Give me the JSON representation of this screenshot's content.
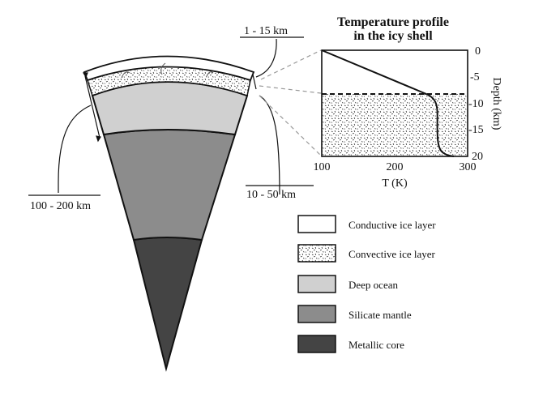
{
  "labels": {
    "crust_thin": "1 - 15 km",
    "hydrosphere": "100 - 200 km",
    "convective": "10 - 50 km"
  },
  "inset": {
    "title_line1": "Temperature profile",
    "title_line2": "in the icy shell",
    "xlabel": "T (K)",
    "ylabel": "Depth (km)",
    "xticks": [
      "100",
      "200",
      "300"
    ],
    "yticks": [
      "0",
      "-5",
      "-10",
      "-15",
      "20"
    ]
  },
  "legend": [
    {
      "label": "Conductive ice layer",
      "color": "#ffffff",
      "pattern": "none"
    },
    {
      "label": "Convective ice layer",
      "color": "#ffffff",
      "pattern": "dots"
    },
    {
      "label": "Deep ocean",
      "color": "#d0d0d0",
      "pattern": "none"
    },
    {
      "label": "Silicate mantle",
      "color": "#8c8c8c",
      "pattern": "none"
    },
    {
      "label": "Metallic core",
      "color": "#444444",
      "pattern": "none"
    }
  ]
}
